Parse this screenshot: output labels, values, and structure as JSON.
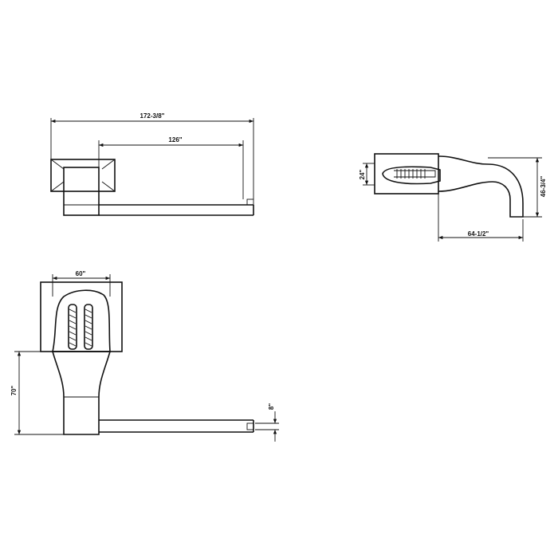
{
  "dimensions": {
    "total_length": "172-3/8\"",
    "bar_length": "126\"",
    "depth": "24\"",
    "height_side": "46-3/4\"",
    "projection": "64-1/2\"",
    "base_width": "60\"",
    "body_height": "70\"",
    "bar_section": "8\""
  }
}
